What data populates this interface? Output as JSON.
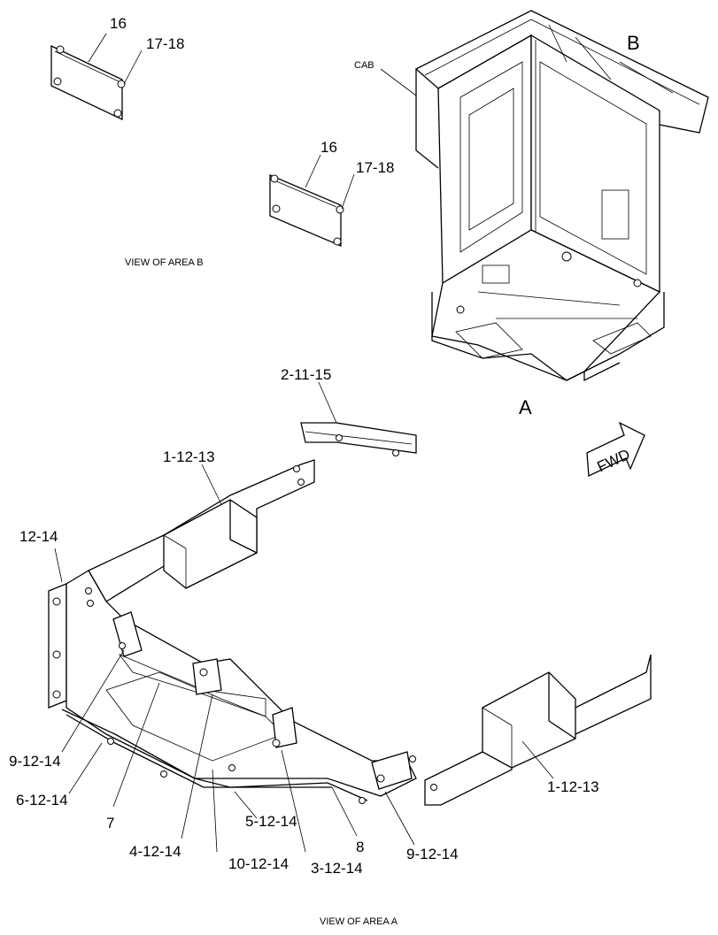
{
  "labels": {
    "l16a": "16",
    "l1718a": "17-18",
    "l16b": "16",
    "l1718b": "17-18",
    "cab": "CAB",
    "areaB": "B",
    "areaA": "A",
    "viewB": "VIEW OF AREA B",
    "viewA": "VIEW OF AREA A",
    "fwd": "FWD",
    "p21115": "2-11-15",
    "p11213a": "1-12-13",
    "p1214": "12-14",
    "p91214a": "9-12-14",
    "p61214": "6-12-14",
    "p7": "7",
    "p41214": "4-12-14",
    "p101214": "10-12-14",
    "p51214": "5-12-14",
    "p31214": "3-12-14",
    "p8": "8",
    "p91214b": "9-12-14",
    "p11213b": "1-12-13"
  }
}
